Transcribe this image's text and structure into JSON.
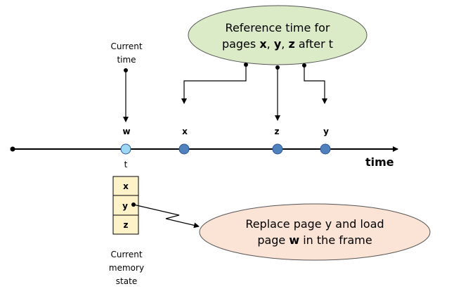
{
  "current_time_label": [
    "Current",
    "time"
  ],
  "reference_bubble": {
    "line1": "Reference time for",
    "line2_prefix": "pages ",
    "line2_x": "x",
    "line2_sep1": ", ",
    "line2_y": "y",
    "line2_sep2": ", ",
    "line2_z": "z",
    "line2_suffix": " after t"
  },
  "timeline": {
    "axis_label": "time",
    "t_label": "t",
    "points": [
      {
        "id": "w",
        "label": "w",
        "color": "#9dd7f2"
      },
      {
        "id": "x",
        "label": "x",
        "color": "#4f81bd"
      },
      {
        "id": "z",
        "label": "z",
        "color": "#4f81bd"
      },
      {
        "id": "y",
        "label": "y",
        "color": "#4f81bd"
      }
    ]
  },
  "memory": {
    "cells": [
      "x",
      "y",
      "z"
    ],
    "caption": [
      "Current",
      "memory",
      "state"
    ]
  },
  "replace_bubble": {
    "line1": "Replace page y and load",
    "line2_prefix": "page ",
    "line2_bold": "w",
    "line2_suffix": " in the frame"
  },
  "colors": {
    "reference_bubble_fill": "#dcebc7",
    "replace_bubble_fill": "#fbe3d5",
    "memory_fill": "#fdf2c8",
    "current_point": "#9dd7f2",
    "page_point": "#4f81bd"
  }
}
